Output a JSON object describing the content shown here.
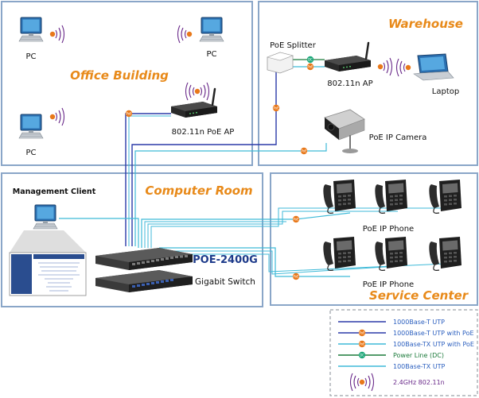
{
  "zones": {
    "office": "Office Building",
    "warehouse": "Warehouse",
    "computer_room": "Computer Room",
    "service_center": "Service Center"
  },
  "office": {
    "pc_label": "PC",
    "ap_label": "802.11n PoE AP"
  },
  "warehouse": {
    "splitter_label": "PoE Splitter",
    "ap_label": "802.11n AP",
    "laptop_label": "Laptop",
    "camera_label": "PoE IP Camera"
  },
  "computer_room": {
    "mgmt_label": "Management Client",
    "switch_model": "POE-2400G",
    "switch_type": "Gigabit Switch"
  },
  "service_center": {
    "phone_label": "PoE IP Phone"
  },
  "legend": {
    "items": [
      {
        "label": "1000Base-T UTP",
        "color": "#2b3aa8"
      },
      {
        "label": "1000Base-T UTP with PoE",
        "color": "#2b3aa8"
      },
      {
        "label": "100Base-TX UTP with PoE",
        "color": "#3fbad8"
      },
      {
        "label": "Power Line (DC)",
        "color": "#1b7a3a"
      },
      {
        "label": "100Base-TX UTP",
        "color": "#3fbad8"
      },
      {
        "label": "2.4GHz 802.11n",
        "color": "#6a2a8a"
      }
    ]
  },
  "colors": {
    "zone_border": "#8aa6c8",
    "zone_title": "#e88a1a",
    "gigabit_line": "#2b3aa8",
    "fast_line": "#3fbad8",
    "poe_badge": "#e8781a",
    "dc_line": "#1b7a3a",
    "wifi": "#6a2a8a"
  }
}
